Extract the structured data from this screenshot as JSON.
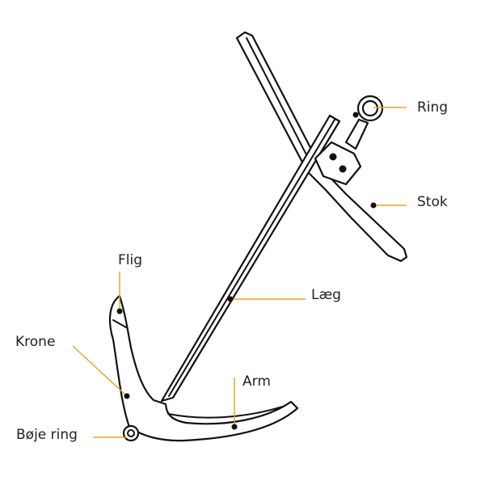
{
  "labels": {
    "ring": "Ring",
    "stock": "Stok",
    "shank": "Læg",
    "fluke": "Flig",
    "crown": "Krone",
    "arm": "Arm",
    "buoy_ring": "Bøje ring"
  },
  "colors": {
    "leader": "#f0a020",
    "ink": "#111111",
    "label_text": "#222222",
    "background": "#ffffff"
  }
}
